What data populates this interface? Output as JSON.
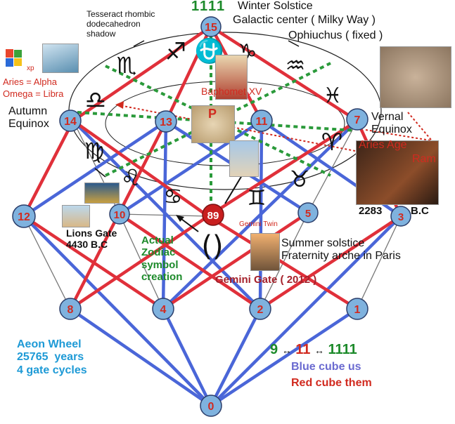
{
  "colors": {
    "red_cube": "#e0303a",
    "blue_cube": "#4a66d8",
    "green_dots": "#2a9a3a",
    "node_fill": "#7fb2de",
    "node_text": "#d12a1f",
    "green_text": "#1c8a2a",
    "blue_text": "#1e9ad6"
  },
  "header": {
    "top_number": "1111",
    "winter_solstice": "Winter Solstice",
    "galactic_center": "Galactic center ( Milky Way )",
    "ophiuchus": "Ophiuchus ( fixed )",
    "tesseract_label": "Tesseract rhombic\ndodecahedron\nshadow"
  },
  "labels": {
    "xp": "xp",
    "aries_alpha": "Aries = Alpha",
    "omega_libra": "Omega = Libra",
    "autumn_equinox": "Autumn\nEquinox",
    "vernal_equinox": "Vernal\nEquinox",
    "aries_age": "Aries Age",
    "ram": "Ram",
    "year_2283": "2283",
    "bc": "B.C",
    "baphomet": "Baphomet XV",
    "lions_gate": "Lions Gate\n4430 B.C",
    "actual_zodiac": "Actual\nZodiac\nsymbol\ncreation",
    "gemini_twin": "Gemini Twin",
    "summer_solstice": "Summer solstice\nFraternity arche in Paris",
    "gemini_gate": "Gemini Gate ( 2012 )",
    "aeon_wheel": "Aeon Wheel\n25765  years\n4 gate cycles",
    "seq_9": "9",
    "seq_11": "11",
    "seq_1111": "1111",
    "blue_cube": "Blue cube us",
    "red_cube": "Red cube them",
    "center_p": "P"
  },
  "nodes": {
    "n15": "15",
    "n14": "14",
    "n13": "13",
    "n11": "11",
    "n7": "7",
    "n12": "12",
    "n10": "10",
    "n89": "89",
    "n5": "5",
    "n3": "3",
    "n8": "8",
    "n4": "4",
    "n2": "2",
    "n1": "1",
    "n0": "0"
  },
  "zodiac": {
    "sagittarius": "♐",
    "capricorn": "♑",
    "ophiuchus": "⛎",
    "scorpio": "♏",
    "aquarius": "♒",
    "libra": "♎",
    "pisces": "♓",
    "virgo": "♍",
    "aries": "♈",
    "leo": "♌",
    "taurus": "♉",
    "cancer": "♋",
    "gemini": "♊"
  }
}
